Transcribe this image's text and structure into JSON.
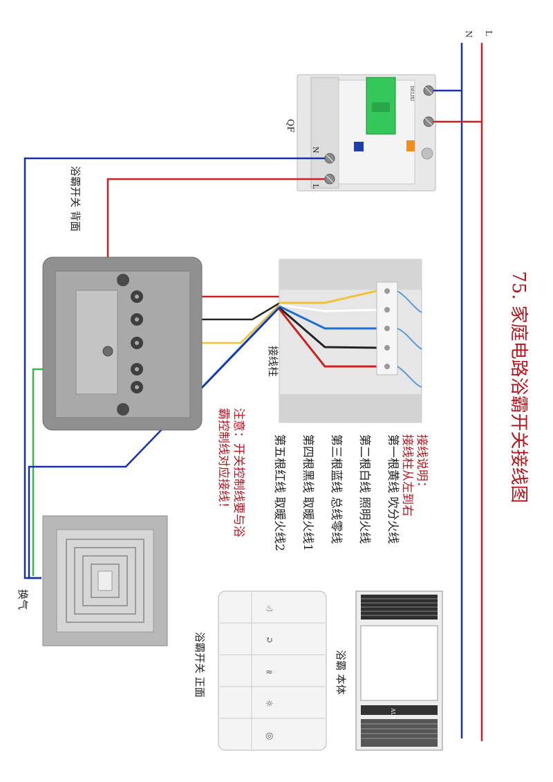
{
  "title": "75. 家庭电路浴霸开关接线图",
  "mains": {
    "l_label": "L",
    "n_label": "N"
  },
  "breaker": {
    "label": "QF",
    "n_terminal": "N",
    "l_terminal": "L",
    "brand_text": "DELIXI"
  },
  "switch_back": {
    "label": "浴霸开关 背面"
  },
  "terminal_block": {
    "label": "接线柱"
  },
  "wiring_notes": [
    "接线说明：",
    "接线柱从左到右",
    "第一根黄线 吹分火线",
    "第二根白线 照明火线",
    "第三根蓝线 总线零线",
    "第四根黑线 取暖火线1",
    "第五根红线 取暖火线2"
  ],
  "caution": [
    "注意：开关控制线要与浴",
    "霸控制线对应接线！"
  ],
  "fan": {
    "label": "换气"
  },
  "heater_body": {
    "label": "浴霸 本体",
    "brand": "AUX"
  },
  "switch_front": {
    "label": "浴霸开关 正面"
  },
  "colors": {
    "live": "#cc1f1f",
    "neutral": "#1530a8",
    "ground_green": "#39b54a",
    "yellow": "#f1c232",
    "black": "#222222",
    "light_blue": "#5b9bd5",
    "title_red": "#b4141e"
  }
}
